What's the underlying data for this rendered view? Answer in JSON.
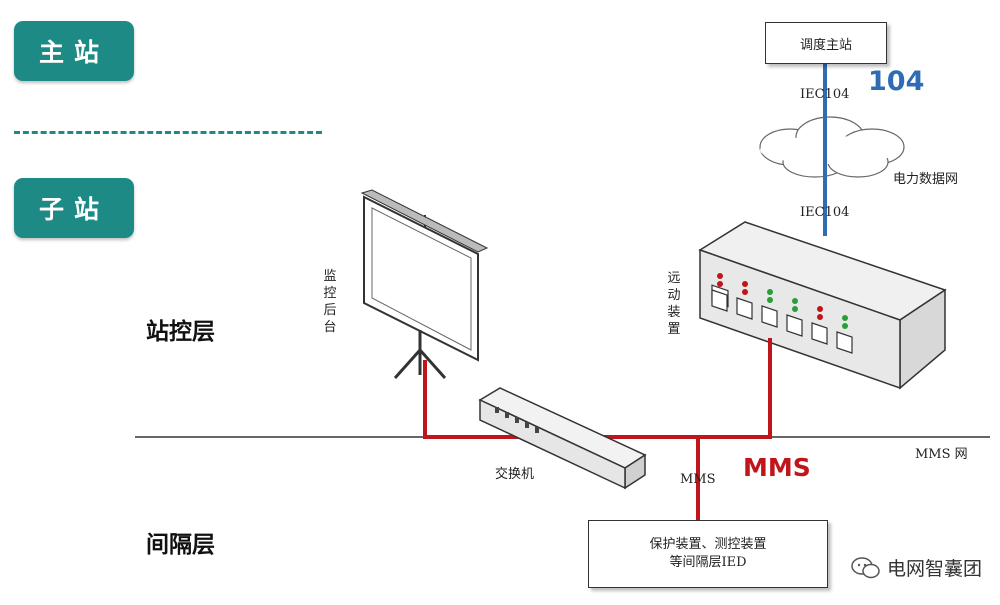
{
  "sections": {
    "master_station": "主站",
    "substation": "子站"
  },
  "layers": {
    "station_control": "站控层",
    "bay": "间隔层"
  },
  "nodes": {
    "dispatch_master": "调度主站",
    "power_data_network": "电力数据网",
    "telecontrol_device": "远动装置",
    "monitoring_backend": "监控后台",
    "switch": "交换机",
    "bay_devices_line1": "保护装置、测控装置",
    "bay_devices_line2": "等间隔层IED"
  },
  "links": {
    "iec104_upper": "IEC104",
    "iec104_lower": "IEC104",
    "mms_link": "MMS",
    "mms_network": "MMS 网"
  },
  "protocols": {
    "p104": "104",
    "mms": "MMS"
  },
  "watermark": {
    "text": "电网智囊团",
    "icon": "wechat-icon"
  },
  "colors": {
    "teal": "#1e8a86",
    "blue": "#2e6db4",
    "red": "#c0151b"
  }
}
